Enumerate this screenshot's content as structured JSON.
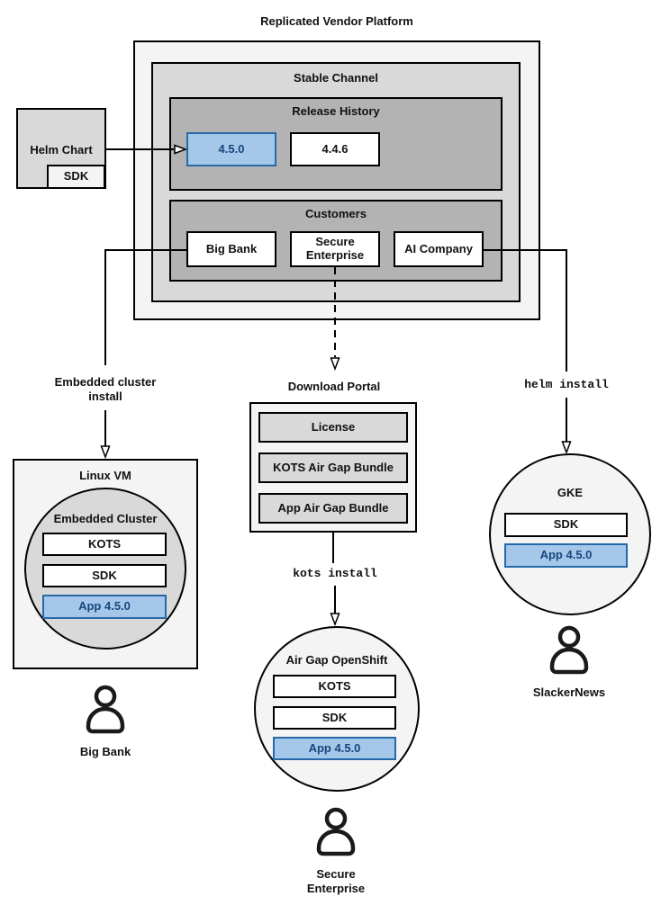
{
  "colors": {
    "outer_fill": "#f4f4f4",
    "mid_fill": "#d9d9d9",
    "inner_fill": "#b3b3b3",
    "blue_fill": "#a5c8ea",
    "blue_border": "#2569a9",
    "blue_text": "#17457e",
    "line": "#000000"
  },
  "platform": {
    "title": "Replicated Vendor Platform",
    "stable_channel": {
      "title": "Stable Channel"
    },
    "release_history": {
      "title": "Release History",
      "releases": [
        {
          "label": "4.5.0",
          "highlighted": true
        },
        {
          "label": "4.4.6",
          "highlighted": false
        }
      ]
    },
    "customers": {
      "title": "Customers",
      "items": [
        {
          "label": "Big Bank"
        },
        {
          "label": "Secure Enterprise"
        },
        {
          "label": "AI Company"
        }
      ]
    }
  },
  "helm_chart": {
    "label": "Helm Chart",
    "sdk_label": "SDK"
  },
  "flows": {
    "left_label": "Embedded cluster install",
    "middle_label": "kots install",
    "right_label": "helm install"
  },
  "download_portal": {
    "title": "Download Portal",
    "items": [
      {
        "label": "License"
      },
      {
        "label": "KOTS Air Gap Bundle"
      },
      {
        "label": "App Air Gap Bundle"
      }
    ]
  },
  "linux_vm": {
    "title": "Linux VM",
    "cluster": {
      "title": "Embedded Cluster",
      "stack": [
        {
          "label": "KOTS"
        },
        {
          "label": "SDK"
        },
        {
          "label": "App 4.5.0",
          "highlighted": true
        }
      ]
    },
    "user": "Big Bank"
  },
  "openshift": {
    "title": "Air Gap OpenShift",
    "stack": [
      {
        "label": "KOTS"
      },
      {
        "label": "SDK"
      },
      {
        "label": "App 4.5.0",
        "highlighted": true
      }
    ],
    "user": "Secure Enterprise"
  },
  "gke": {
    "title": "GKE",
    "stack": [
      {
        "label": "SDK"
      },
      {
        "label": "App 4.5.0",
        "highlighted": true
      }
    ],
    "user": "SlackerNews"
  }
}
